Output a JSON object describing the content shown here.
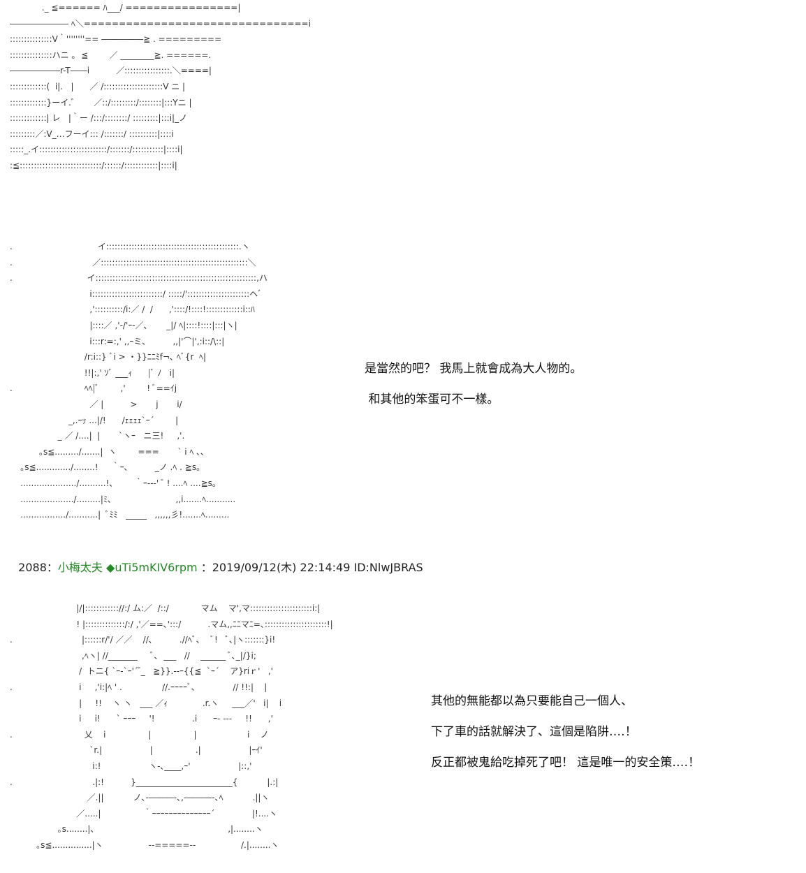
{
  "art": {
    "block1": [
      "            ._ ≦====== ﾊ___/ ================|",
      "――――――― ﾍ＼================================i",
      ":::::::::::::::V｀''''''''== ―――――≧ . =========",
      ":::::::::::::::ハニ ｡  ≦        ／ ________≧. ======.",
      "――――――r-T――i          ／::::::::::::::::.＼====|",
      ":::::::::::::(  i|.   |      ／ /:::::::::::::::::::::V ニ |",
      ":::::::::::::}ーイ.ﾞ       ／::/:::::::::/::::::::|:::Yニ |",
      ":::::::::::::| レ   |｀ー /:::/::::::::/ :::::::::|:::i|_ノ",
      ":::::::::／:V_…フーイ::: /:::::::/ ::::::::::|::::i",
      ":::::_.イ::::::::::::::::::::::::/:::::::/:::::::::::|::::i|",
      ":≦:::::::::::::::::::::::::::::/::::::/::::::::::::|::::i|"
    ],
    "block2": [
      ".                                イ:::::::::::::::::::::::::::::::::::::::::::::::.ヽ",
      ".                              ／::::::::::::::::::::::::::::::::::::::::::::::::::::＼",
      ".                            イ:::::::::::::::::::::::::::::::::::::::::::::::::::::::::,ハ",
      "                              i:::::::::::::::::::::::::/ :::::/'::::::::::::::::::::::ヘﾞ",
      "                              ,'::::::::::/i:／ /  /      ,'::::/!::::!:::::::::::::i::ﾊ",
      "                              |::::／ ,'-/'ｰ-／､       _|/ ﾍ|::::!::::|:::|ヽ|",
      "                              i:::r:=:,' ,,ｰミ､          ,,|'⌒|',:i::/\\::|",
      "                            /r:i::} ﾞi > ・}}ﾆﾆﾐf¬､ ﾍﾞ{r  ﾍ|",
      "                            !!|:,' ｿﾞ ___ｨ      |ﾞ ﾉ   i|",
      ".                           ﾍﾍ|ﾞ        ,'        ! ﾞ==ｲj",
      "                              ／ |          >       j       i/",
      "                      _,.ｰｯ ...|/!      /ｪｪｪｪ`ｰ´        |",
      "                  _ ／ /....|  |       `ヽｰ   ニ三!     ,'.",
      "           ｡s≦........./.......|  ヽ        ===       ` i ﾍ ､､",
      "    ｡s≦............./........!     ｀ｰ､          _ノ .ﾍ . ≧s｡",
      "    ...................../..........!､        ｀ｰ--‐'  ̄ ! ....ﾍ ....≧s｡",
      "    ..................../.........|ﾐ､                        ,,i.......ﾍ...........",
      "    ................./...........|  ﾞﾐﾐ   _____   ,,,,,,彡!.......ﾍ........."
    ],
    "block3": [
      "                         |/|:::::::::::://:/ ム:／  /::/            マム    マ',マ::::::::::::::::::::::i:|",
      "                         ! |::::::::::::::/:/ ,'／==､':::/          .マム,,ﾆﾆマﾆ=､::::::::::::::::::::::!|",
      ".                          |::::::r/'/ ／／    //､          .//ﾍﾞ､    ﾞ!   ﾞ､|ヽ:::::::}i!",
      "                           ,ﾍヽ| //_______     ﾞ､  ___   //    ______ ﾞ､_|/}i;",
      "                          /  トニ{ `ｰ-`ｰ'´ ̄_   ≧}}.--ｰ{{≦  `ｰ´    ア}riｒ'   ,'",
      ".                         i     ,'i:|ﾍ ' .               //.ｰｰｰｰﾞ､              // !!:|    |",
      "                          |     !!    ヽ ヽ   ___ ／ｨ             .r.ヽ     ___／'   i|    i",
      "                          i     i!      ` ｰｰｰ     '!              .i      ｰ- ---     !!      ,'",
      ".                           乂    i                |                |                   i    ノ",
      "                              `r.|                  |                .|                  |ｰｲ'",
      "                               i:!                  ヽ-､____,ｰ'                  |::,'",
      ".                              .|:!          }_______________________{           |.:|",
      "                             ／.||           ノ､-―――-､,-―――-､ﾍ           .||ヽ",
      "                         ／.....|                ｀ｰｰｰｰｰｰｰｰｰｰｰｰｰｰ´              |!....ヽ",
      "                  ｡s........|､                                                  ,|........ヽ",
      "          ｡s≦...............|ヽ                 -‐=====‐-                 /.|........ヽ"
    ]
  },
  "dialog1": {
    "line1": "是當然的吧？ 我馬上就會成為大人物的。",
    "line2": " 和其他的笨蛋可不一樣。"
  },
  "post": {
    "number": "2088",
    "sep1": "：",
    "name": "小梅太夫",
    "trip": "◆uTi5mKIV6rpm",
    "sep2": "：",
    "datetime": "2019/09/12(木) 22:14:49",
    "id": "ID:NlwJBRAS"
  },
  "dialog2": {
    "line1": "其他的無能都以為只要能自己一個人、",
    "line2": "下了車的話就解決了、這個是陷阱‥‥！",
    "line3": "反正都被鬼給吃掉死了吧！ 這是唯一的安全策‥‥！"
  },
  "colors": {
    "name": "#228b22",
    "text": "#222222"
  }
}
